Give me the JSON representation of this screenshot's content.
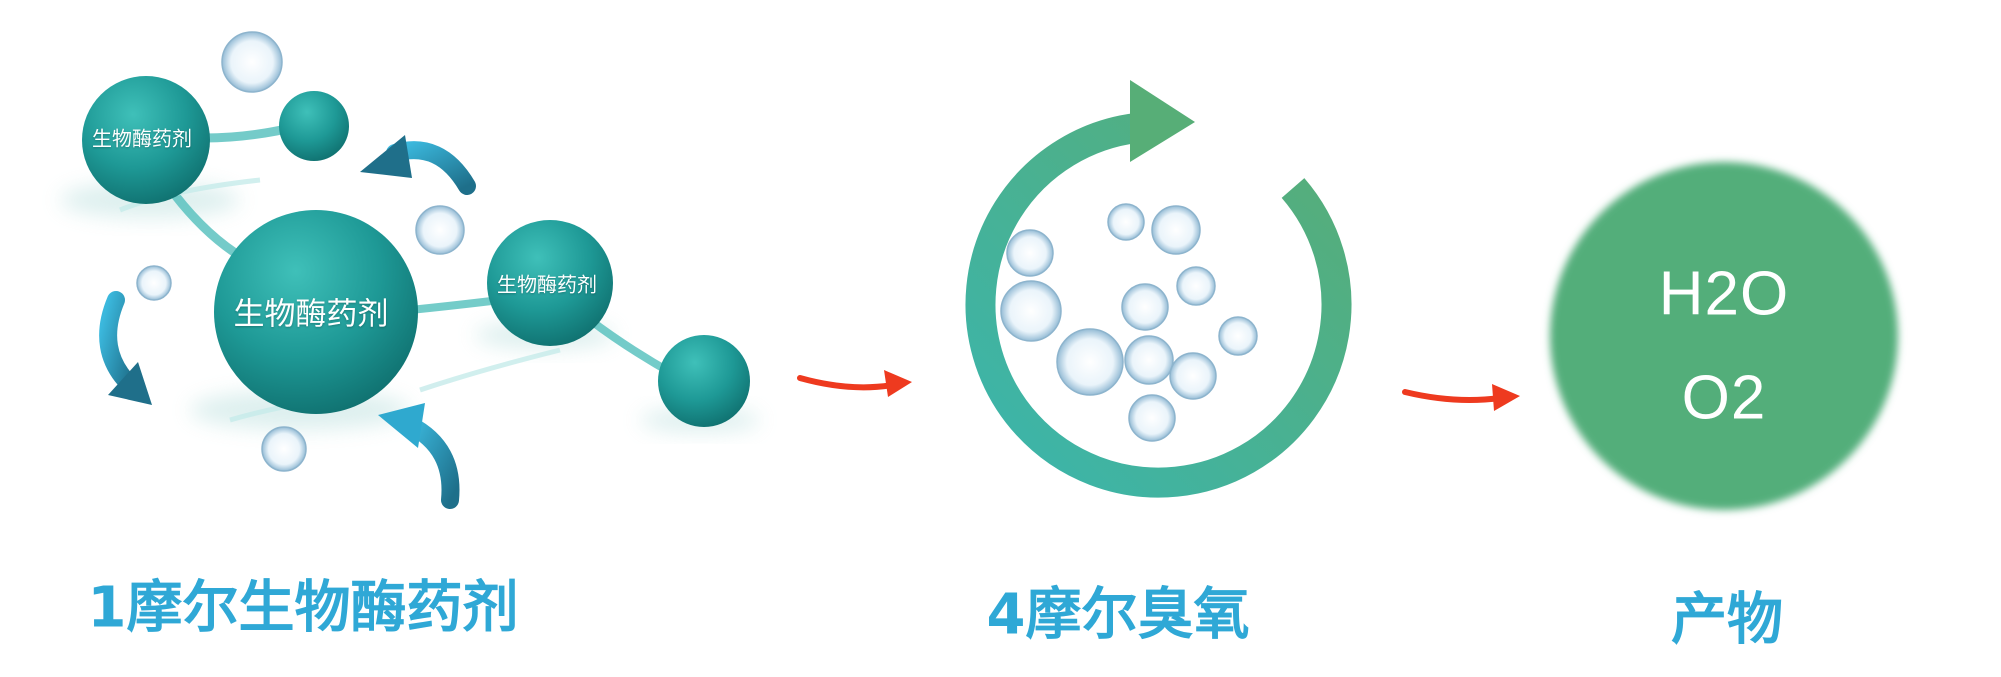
{
  "colors": {
    "teal": "#1f9a97",
    "teal_dark": "#137d7b",
    "green": "#52ae7a",
    "cycle_gradient_start": "#3ab5ad",
    "cycle_gradient_end": "#58ad76",
    "curl_arrow": "#2fa9cf",
    "red_arrow": "#ee3a1f",
    "caption": "#2fa8d6"
  },
  "molecule": {
    "sphere_label": "生物酶药剂"
  },
  "product": {
    "line1": "H2O",
    "line2": "O2"
  },
  "captions": {
    "enzyme": "1摩尔生物酶药剂",
    "ozone": "4摩尔臭氧",
    "product": "产物"
  }
}
